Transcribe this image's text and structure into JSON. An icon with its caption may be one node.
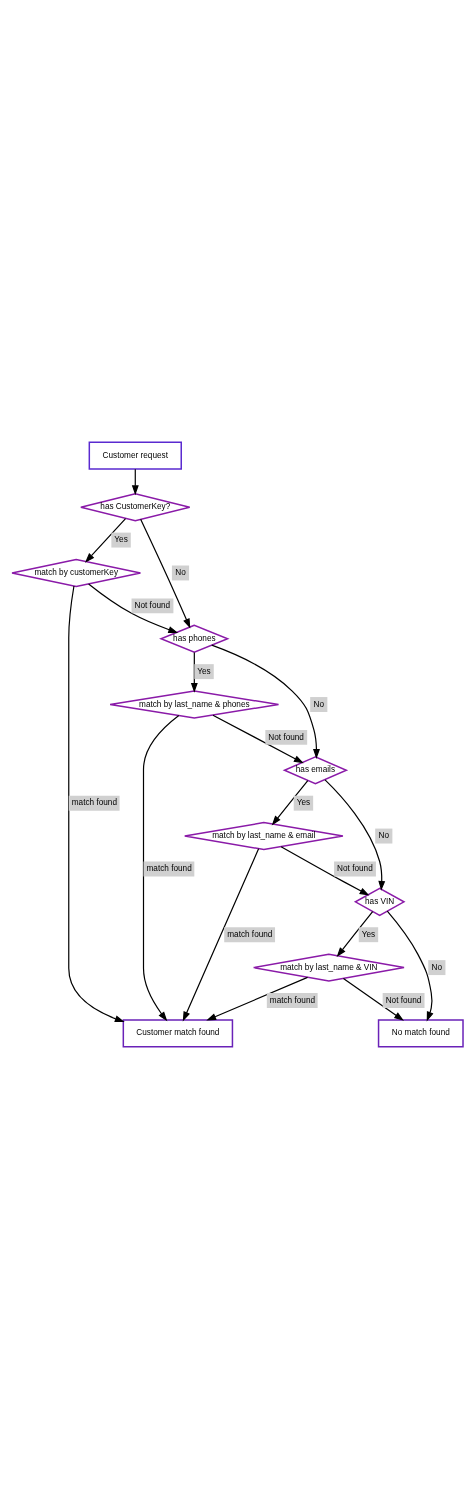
{
  "diagram": {
    "nodes": [
      {
        "text": [
          "Customer request"
        ]
      },
      {
        "text": [
          "has CustomerKey?"
        ]
      },
      {
        "text": [
          "match by customerKey"
        ]
      },
      {
        "text": [
          "has phones"
        ]
      },
      {
        "text": [
          "match by last_name & phones"
        ]
      },
      {
        "text": [
          "has emails"
        ]
      },
      {
        "text": [
          "match by last_name & email"
        ]
      },
      {
        "text": [
          "has VIN"
        ]
      },
      {
        "text": [
          "match by last_name & VIN"
        ]
      },
      {
        "text": [
          "Customer match found"
        ]
      },
      {
        "text": [
          "No match found"
        ]
      }
    ],
    "edges": [
      {
        "from": 0,
        "to": 1,
        "arrow": "to"
      },
      {
        "from": 1,
        "to": 2,
        "arrow": "to",
        "label": "Yes"
      },
      {
        "from": 1,
        "to": 3,
        "arrow": "to",
        "label": "No"
      },
      {
        "from": 2,
        "to": 9,
        "arrow": "to",
        "label": "match found"
      },
      {
        "from": 2,
        "to": 3,
        "arrow": "to",
        "label": "Not found"
      },
      {
        "from": 3,
        "to": 4,
        "arrow": "to",
        "label": "Yes"
      },
      {
        "from": 3,
        "to": 5,
        "arrow": "to",
        "label": "No"
      },
      {
        "from": 4,
        "to": 9,
        "arrow": "to",
        "label": "match found"
      },
      {
        "from": 4,
        "to": 5,
        "arrow": "to",
        "label": "Not found"
      },
      {
        "from": 5,
        "to": 6,
        "arrow": "to",
        "label": "Yes"
      },
      {
        "from": 5,
        "to": 7,
        "arrow": "to",
        "label": "No"
      },
      {
        "from": 6,
        "to": 9,
        "arrow": "to",
        "label": "match found"
      },
      {
        "from": 6,
        "to": 7,
        "arrow": "to",
        "label": "Not found"
      },
      {
        "from": 7,
        "to": 8,
        "arrow": "to",
        "label": "Yes"
      },
      {
        "from": 7,
        "to": 10,
        "arrow": "to",
        "label": "No"
      },
      {
        "from": 8,
        "to": 9,
        "arrow": "to",
        "label": "match found"
      },
      {
        "from": 8,
        "to": 10,
        "arrow": "to",
        "label": "Not found"
      }
    ]
  }
}
